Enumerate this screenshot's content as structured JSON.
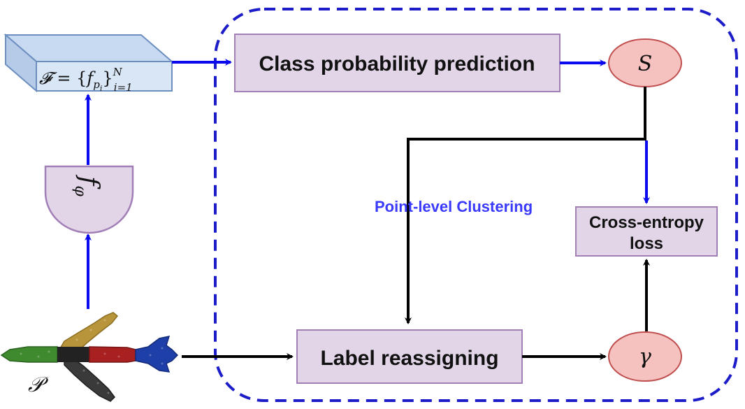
{
  "feature_set": {
    "lhs": "𝓕",
    "eq": " = {",
    "f": "f",
    "sub_p": "p",
    "sub_i": "i",
    "close": "}",
    "sup_N": "N",
    "sub_range": "i=1"
  },
  "encoder": {
    "f": "f",
    "sub": "φ"
  },
  "point_cloud": {
    "label": "𝒫"
  },
  "class_prob_box": {
    "label": "Class probability prediction"
  },
  "s_node": {
    "label": "S"
  },
  "gamma_node": {
    "label": "γ"
  },
  "cross_entropy_box": {
    "line1": "Cross-entropy",
    "line2": "loss"
  },
  "label_reassign_box": {
    "label": "Label reassigning"
  },
  "cluster_region": {
    "label": "Point-level Clustering"
  },
  "colors": {
    "blue_arrow": "#0a0aee",
    "black_arrow": "#000000",
    "dashed_border": "#1c1cc8",
    "box_fill": "#e2d5e8",
    "box_stroke": "#a17fb6",
    "node_fill": "#f5c2c0",
    "node_stroke": "#c05050",
    "feature_fill": "#d8e6f6",
    "feature_stroke": "#6d8fc0",
    "cluster_text": "#3a3aff"
  },
  "icons": {
    "point_cloud": "airplane-point-cloud-icon"
  }
}
